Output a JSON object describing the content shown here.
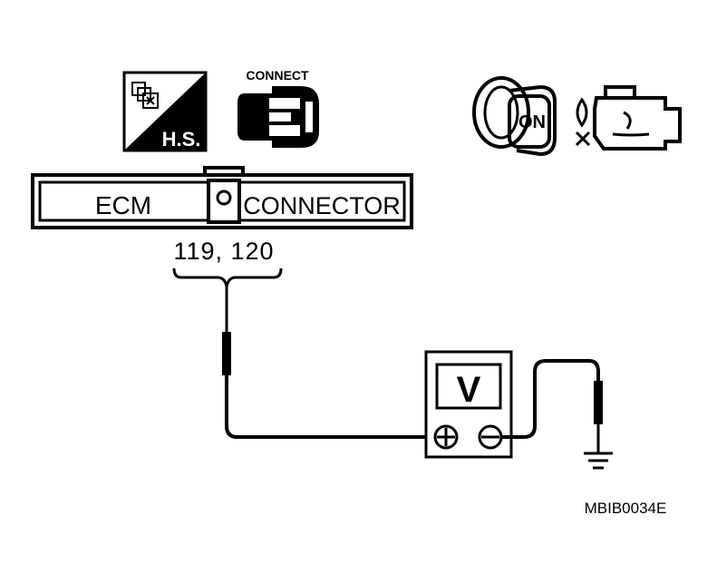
{
  "harness_symbol": {
    "label": "H.S."
  },
  "connect_symbol": {
    "label": "CONNECT"
  },
  "ignition": {
    "key_label": "ON"
  },
  "ecm_connector": {
    "left_label": "ECM",
    "right_label": "CONNECTOR",
    "terminals": "119, 120"
  },
  "meter": {
    "label": "V",
    "plus": "⊕",
    "minus": "⊖"
  },
  "figure_code": "MBIB0034E",
  "icons": [
    "harness-symbol-icon",
    "connect-icon",
    "ignition-key-icon",
    "engine-off-icon",
    "ground-icon"
  ]
}
